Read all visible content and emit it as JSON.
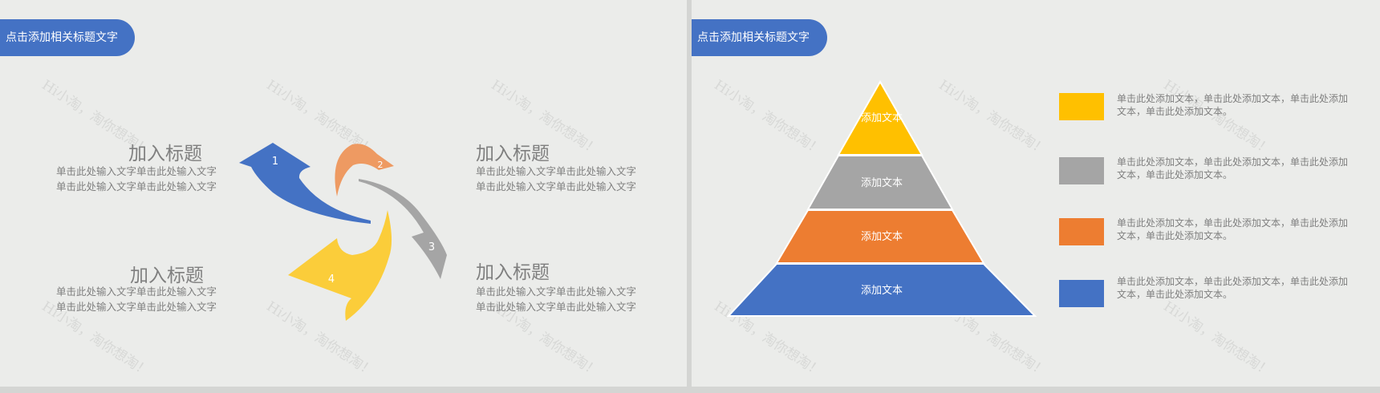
{
  "watermark": "Hi小淘，淘你想淘！",
  "left_slide": {
    "title": "点击添加相关标题文字",
    "blocks": [
      {
        "heading": "加入标题",
        "lines": [
          "单击此处输入文字单击此处输入文字",
          "单击此处输入文字单击此处输入文字"
        ]
      },
      {
        "heading": "加入标题",
        "lines": [
          "单击此处输入文字单击此处输入文字",
          "单击此处输入文字单击此处输入文字"
        ]
      },
      {
        "heading": "加入标题",
        "lines": [
          "单击此处输入文字单击此处输入文字",
          "单击此处输入文字单击此处输入文字"
        ]
      },
      {
        "heading": "加入标题",
        "lines": [
          "单击此处输入文字单击此处输入文字",
          "单击此处输入文字单击此处输入文字"
        ]
      }
    ],
    "arrows": [
      {
        "number": "1",
        "color": "#4472c4"
      },
      {
        "number": "2",
        "color": "#ee9a62"
      },
      {
        "number": "3",
        "color": "#a5a5a5"
      },
      {
        "number": "4",
        "color": "#fbcd3a"
      }
    ]
  },
  "right_slide": {
    "title": "点击添加相关标题文字",
    "pyramid": [
      {
        "label": "添加文本",
        "color": "#ffc000"
      },
      {
        "label": "添加文本",
        "color": "#a5a5a5"
      },
      {
        "label": "添加文本",
        "color": "#ed7d31"
      },
      {
        "label": "添加文本",
        "color": "#4472c4"
      }
    ],
    "legend": [
      {
        "color": "#ffc000",
        "text": "单击此处添加文本，单击此处添加文本，单击此处添加文本，单击此处添加文本。"
      },
      {
        "color": "#a5a5a5",
        "text": "单击此处添加文本，单击此处添加文本，单击此处添加文本，单击此处添加文本。"
      },
      {
        "color": "#ed7d31",
        "text": "单击此处添加文本，单击此处添加文本，单击此处添加文本，单击此处添加文本。"
      },
      {
        "color": "#4472c4",
        "text": "单击此处添加文本，单击此处添加文本，单击此处添加文本，单击此处添加文本。"
      }
    ]
  }
}
